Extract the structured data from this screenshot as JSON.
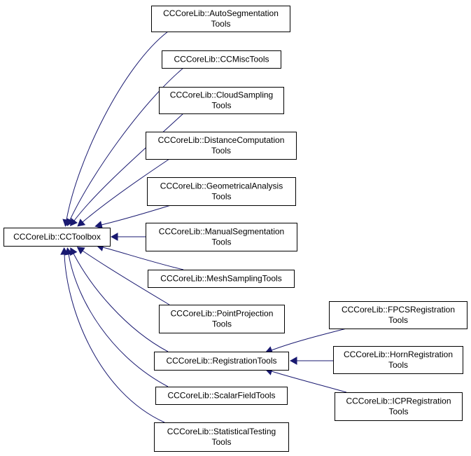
{
  "diagram": {
    "nodes": [
      {
        "id": "cctoolbox",
        "lines": [
          "CCCoreLib::CCToolbox"
        ]
      },
      {
        "id": "autoseg",
        "lines": [
          "CCCoreLib::AutoSegmentation",
          "Tools"
        ]
      },
      {
        "id": "misc",
        "lines": [
          "CCCoreLib::CCMiscTools"
        ]
      },
      {
        "id": "cloudsampling",
        "lines": [
          "CCCoreLib::CloudSampling",
          "Tools"
        ]
      },
      {
        "id": "distcomp",
        "lines": [
          "CCCoreLib::DistanceComputation",
          "Tools"
        ]
      },
      {
        "id": "geomanalysis",
        "lines": [
          "CCCoreLib::GeometricalAnalysis",
          "Tools"
        ]
      },
      {
        "id": "manualseg",
        "lines": [
          "CCCoreLib::ManualSegmentation",
          "Tools"
        ]
      },
      {
        "id": "meshsampling",
        "lines": [
          "CCCoreLib::MeshSamplingTools"
        ]
      },
      {
        "id": "pointproj",
        "lines": [
          "CCCoreLib::PointProjection",
          "Tools"
        ]
      },
      {
        "id": "registration",
        "lines": [
          "CCCoreLib::RegistrationTools"
        ]
      },
      {
        "id": "scalarfield",
        "lines": [
          "CCCoreLib::ScalarFieldTools"
        ]
      },
      {
        "id": "stattesting",
        "lines": [
          "CCCoreLib::StatisticalTesting",
          "Tools"
        ]
      },
      {
        "id": "fpcs",
        "lines": [
          "CCCoreLib::FPCSRegistration",
          "Tools"
        ]
      },
      {
        "id": "horn",
        "lines": [
          "CCCoreLib::HornRegistration",
          "Tools"
        ]
      },
      {
        "id": "icp",
        "lines": [
          "CCCoreLib::ICPRegistration",
          "Tools"
        ]
      }
    ],
    "edges": [
      {
        "from": "autoseg",
        "to": "cctoolbox"
      },
      {
        "from": "misc",
        "to": "cctoolbox"
      },
      {
        "from": "cloudsampling",
        "to": "cctoolbox"
      },
      {
        "from": "distcomp",
        "to": "cctoolbox"
      },
      {
        "from": "geomanalysis",
        "to": "cctoolbox"
      },
      {
        "from": "manualseg",
        "to": "cctoolbox"
      },
      {
        "from": "meshsampling",
        "to": "cctoolbox"
      },
      {
        "from": "pointproj",
        "to": "cctoolbox"
      },
      {
        "from": "registration",
        "to": "cctoolbox"
      },
      {
        "from": "scalarfield",
        "to": "cctoolbox"
      },
      {
        "from": "stattesting",
        "to": "cctoolbox"
      },
      {
        "from": "fpcs",
        "to": "registration"
      },
      {
        "from": "horn",
        "to": "registration"
      },
      {
        "from": "icp",
        "to": "registration"
      }
    ],
    "colors": {
      "edge": "#191970",
      "node_border": "#000000",
      "background": "#ffffff"
    }
  }
}
